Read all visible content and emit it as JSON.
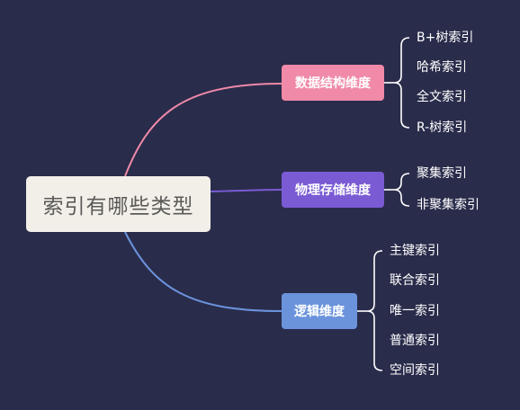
{
  "root": {
    "label": "索引有哪些类型"
  },
  "branches": [
    {
      "label": "数据结构维度",
      "color": "#f08aa8",
      "leaves": [
        "B+树索引",
        "哈希索引",
        "全文索引",
        "R-树索引"
      ]
    },
    {
      "label": "物理存储维度",
      "color": "#7a5bd4",
      "leaves": [
        "聚集索引",
        "非聚集索引"
      ]
    },
    {
      "label": "逻辑维度",
      "color": "#6b93dc",
      "leaves": [
        "主键索引",
        "联合索引",
        "唯一索引",
        "普通索引",
        "空间索引"
      ]
    }
  ],
  "colors": {
    "background": "#2a2c4b",
    "root_fill": "#f2efe9",
    "bracket": "#ffffff"
  }
}
